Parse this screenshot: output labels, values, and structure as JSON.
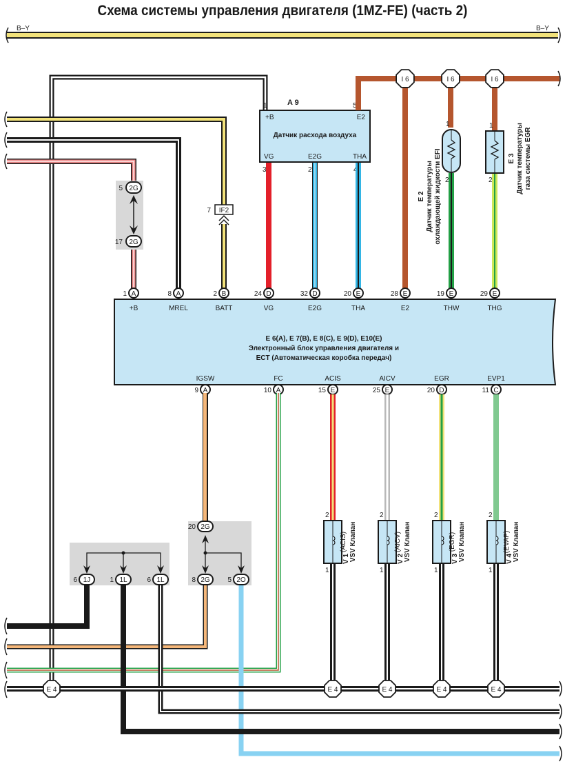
{
  "title": "Схема системы управления двигателя (1MZ-FE) (часть 2)",
  "top_bus": {
    "left_label": "B–Y",
    "right_label": "B–Y"
  },
  "ecu": {
    "connectors": "E 6(A), E 7(B), E 8(C), E 9(D), E10(E)",
    "name_line1": "Электронный блок управления двигателя и",
    "name_line2": "ECT (Автоматическая коробка передач)",
    "top_terminals": [
      {
        "pin": "1",
        "conn": "A",
        "label": "+B"
      },
      {
        "pin": "8",
        "conn": "A",
        "label": "MREL"
      },
      {
        "pin": "2",
        "conn": "B",
        "label": "BATT"
      },
      {
        "pin": "24",
        "conn": "D",
        "label": "VG"
      },
      {
        "pin": "32",
        "conn": "D",
        "label": "E2G"
      },
      {
        "pin": "20",
        "conn": "E",
        "label": "THA"
      },
      {
        "pin": "28",
        "conn": "E",
        "label": "E2"
      },
      {
        "pin": "19",
        "conn": "E",
        "label": "THW"
      },
      {
        "pin": "29",
        "conn": "E",
        "label": "THG"
      }
    ],
    "bottom_terminals": [
      {
        "pin": "9",
        "conn": "A",
        "label": "IGSW"
      },
      {
        "pin": "10",
        "conn": "A",
        "label": "FC"
      },
      {
        "pin": "15",
        "conn": "E",
        "label": "ACIS"
      },
      {
        "pin": "25",
        "conn": "E",
        "label": "AICV"
      },
      {
        "pin": "20",
        "conn": "D",
        "label": "EGR"
      },
      {
        "pin": "11",
        "conn": "C",
        "label": "EVP1"
      }
    ]
  },
  "maf_sensor": {
    "id": "A 9",
    "name": "Датчик расхода воздуха",
    "terminals": [
      {
        "pin": "1",
        "label": "+B"
      },
      {
        "pin": "5",
        "label": "E2"
      },
      {
        "pin": "3",
        "label": "VG"
      },
      {
        "pin": "2",
        "label": "E2G"
      },
      {
        "pin": "4",
        "label": "THA"
      }
    ]
  },
  "coolant_sensor": {
    "id": "E 2",
    "name_line1": "Датчик температуры",
    "name_line2": "охлаждающей жидкости EFI",
    "pin_top": "1",
    "pin_bottom": "2"
  },
  "egr_temp_sensor": {
    "id": "E 3",
    "name_line1": "Датчик температуры",
    "name_line2": "газа системы EGR",
    "pin_top": "1",
    "pin_bottom": "2"
  },
  "ground_junction_top": "I 6",
  "ground_points": "E 4",
  "vsv_valves": [
    {
      "id": "V 1",
      "name": "VSV Клапан",
      "sub": "(ACIS)",
      "pin_top": "2",
      "pin_bottom": "1"
    },
    {
      "id": "V 2",
      "name": "VSV Клапан",
      "sub": "(AICV)",
      "pin_top": "2",
      "pin_bottom": "1"
    },
    {
      "id": "V 3",
      "name": "VSV Клапан",
      "sub": "(EGR)",
      "pin_top": "2",
      "pin_bottom": "1"
    },
    {
      "id": "V 4",
      "name": "VSV Клапан",
      "sub": "(EVAP)",
      "pin_top": "2",
      "pin_bottom": "1"
    }
  ],
  "connectors": {
    "c2g_top": {
      "pin": "5",
      "name": "2G"
    },
    "c2g_bottom": {
      "pin": "17",
      "name": "2G"
    },
    "if2": {
      "pin": "7",
      "name": "IF2"
    },
    "c2g_lower_top": {
      "pin": "20",
      "name": "2G"
    },
    "c2g_lower_left": {
      "pin": "8",
      "name": "2G"
    },
    "c2o": {
      "pin": "5",
      "name": "2O"
    },
    "c1j": {
      "pin": "6",
      "name": "1J"
    },
    "c1l_a": {
      "pin": "1",
      "name": "1L"
    },
    "c1l_b": {
      "pin": "6",
      "name": "1L"
    }
  },
  "wire_colors": {
    "bus_top": "#f2e27a",
    "red_white": "#f08a8a",
    "yellow": "#f2e27a",
    "red": "#e3202a",
    "light_blue": "#33b5e5",
    "brown": "#b5562e",
    "green": "#23a046",
    "yellow_green": "#cde85a",
    "orange": "#f5b77a",
    "grey": "#b8b8b8",
    "pale_green": "#80c990",
    "sky_blue": "#88d2f2",
    "ecu_fill": "#c6e6f5",
    "conn_grey": "#d8d8d8"
  }
}
